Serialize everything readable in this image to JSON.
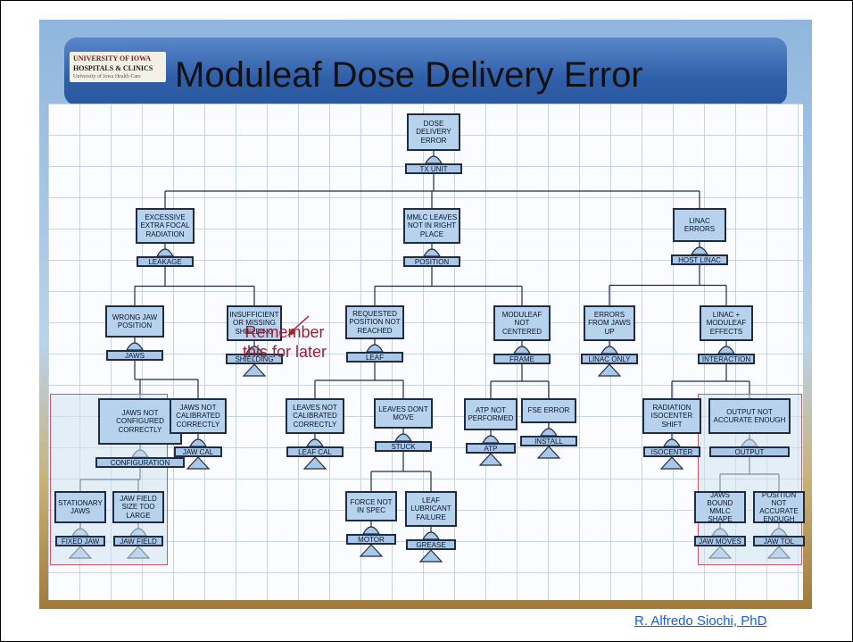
{
  "logo": {
    "line1": "UNIVERSITY OF IOWA",
    "line2": "HOSPITALS & CLINICS",
    "line3": "University of Iowa Health Care"
  },
  "title": "Moduleaf Dose Delivery Error",
  "callout": {
    "line1": "Remember",
    "line2": "this for later"
  },
  "author": "R. Alfredo Siochi, PhD",
  "nodes": [
    {
      "id": "root",
      "label": "DOSE DELIVERY ERROR",
      "gate": "TX UNIT"
    },
    {
      "id": "excessive",
      "label": "EXCESSIVE EXTRA FOCAL RADIATION",
      "gate": "LEAKAGE"
    },
    {
      "id": "mmlc",
      "label": "MMLC LEAVES NOT IN RIGHT PLACE",
      "gate": "POSITION"
    },
    {
      "id": "linac",
      "label": "LINAC ERRORS",
      "gate": "HOST LINAC"
    },
    {
      "id": "wrongjaw",
      "label": "WRONG JAW POSITION",
      "gate": "JAWS"
    },
    {
      "id": "insufficient",
      "label": "INSUFFICIENT OR MISSING SHIELDING",
      "gate": "SHIELDING"
    },
    {
      "id": "requested",
      "label": "REQUESTED POSITION NOT REACHED",
      "gate": "LEAF"
    },
    {
      "id": "notcentered",
      "label": "MODULEAF NOT CENTERED",
      "gate": "FRAME"
    },
    {
      "id": "fromjaws",
      "label": "ERRORS FROM JAWS UP",
      "gate": "LINAC ONLY"
    },
    {
      "id": "effects",
      "label": "LINAC + MODULEAF EFFECTS",
      "gate": "INTERACTION"
    },
    {
      "id": "jawsnotconf",
      "label": "JAWS NOT CONFIGURED CORRECTLY",
      "gate": "CONFIGURATION"
    },
    {
      "id": "jawsnotcal",
      "label": "JAWS NOT CALIBRATED CORRECTLY",
      "gate": "JAW CAL"
    },
    {
      "id": "leavesnotcal",
      "label": "LEAVES NOT CALIBRATED CORRECTLY",
      "gate": "LEAF CAL"
    },
    {
      "id": "leavesdont",
      "label": "LEAVES DONT MOVE",
      "gate": "STUCK"
    },
    {
      "id": "atpnot",
      "label": "ATP NOT PERFORMED",
      "gate": "ATP"
    },
    {
      "id": "fse",
      "label": "FSE ERROR",
      "gate": "INSTALL"
    },
    {
      "id": "isocenter",
      "label": "RADIATION ISOCENTER SHIFT",
      "gate": "ISOCENTER"
    },
    {
      "id": "output",
      "label": "OUTPUT NOT ACCURATE ENOUGH",
      "gate": "OUTPUT"
    },
    {
      "id": "stationary",
      "label": "STATIONARY JAWS",
      "gate": "FIXED JAW"
    },
    {
      "id": "jawfield",
      "label": "JAW FIELD SIZE TOO LARGE",
      "gate": "JAW FIELD"
    },
    {
      "id": "force",
      "label": "FORCE NOT IN SPEC",
      "gate": "MOTOR"
    },
    {
      "id": "lubricant",
      "label": "LEAF LUBRICANT FAILURE",
      "gate": "GREASE"
    },
    {
      "id": "jawsbound",
      "label": "JAWS BOUND MMLC SHAPE",
      "gate": "JAW MOVES"
    },
    {
      "id": "position",
      "label": "POSITION NOT ACCURATE ENOUGH",
      "gate": "JAW TOL"
    }
  ]
}
